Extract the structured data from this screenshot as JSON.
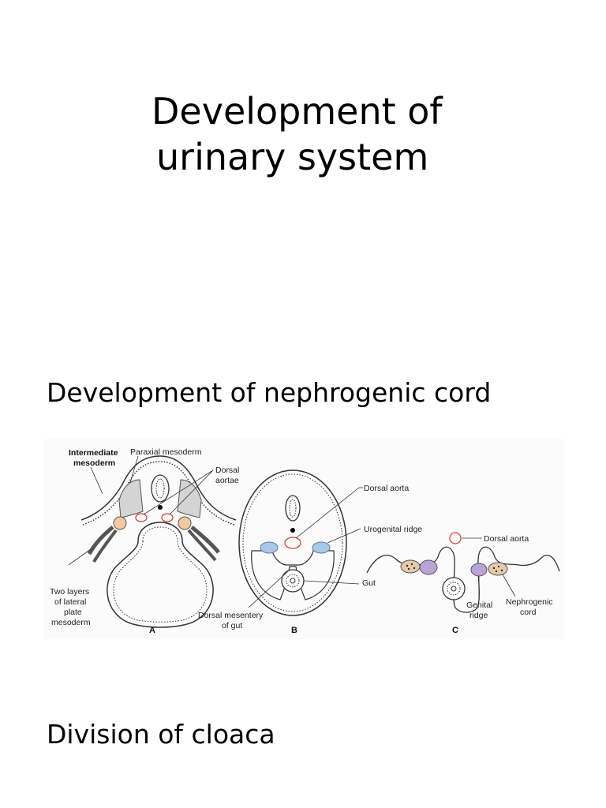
{
  "slide": {
    "title_line1": "Development of",
    "title_line2": "urinary system",
    "heading_nephrogenic": "Development of nephrogenic cord",
    "heading_cloaca": "Division of cloaca"
  },
  "figure": {
    "panel_a": {
      "caption": "A",
      "labels": {
        "intermediate_1": "Intermediate",
        "intermediate_2": "mesoderm",
        "paraxial": "Paraxial mesoderm",
        "dorsal_aortae_1": "Dorsal",
        "dorsal_aortae_2": "aortae",
        "lateral_1": "Two layers",
        "lateral_2": "of lateral",
        "lateral_3": "plate",
        "lateral_4": "mesoderm"
      }
    },
    "panel_b": {
      "caption": "B",
      "labels": {
        "dorsal_aorta": "Dorsal aorta",
        "urogenital_ridge": "Urogenital ridge",
        "gut": "Gut",
        "mesentery_1": "Dorsal mesentery",
        "mesentery_2": "of gut"
      }
    },
    "panel_c": {
      "caption": "C",
      "labels": {
        "dorsal_aorta": "Dorsal aorta",
        "genital_1": "Genital",
        "genital_2": "ridge",
        "nephrogenic_1": "Nephrogenic",
        "nephrogenic_2": "cord"
      }
    },
    "colors": {
      "outline": "#333333",
      "mesoderm_fill": "#d4d4d4",
      "aorta": "#d6453a",
      "intermediate_fill": "#f3c9a0",
      "ridge_fill": "#a9c8e8",
      "genital_fill": "#b9a3d8",
      "nephrogenic_fill": "#e6c9a8"
    }
  }
}
